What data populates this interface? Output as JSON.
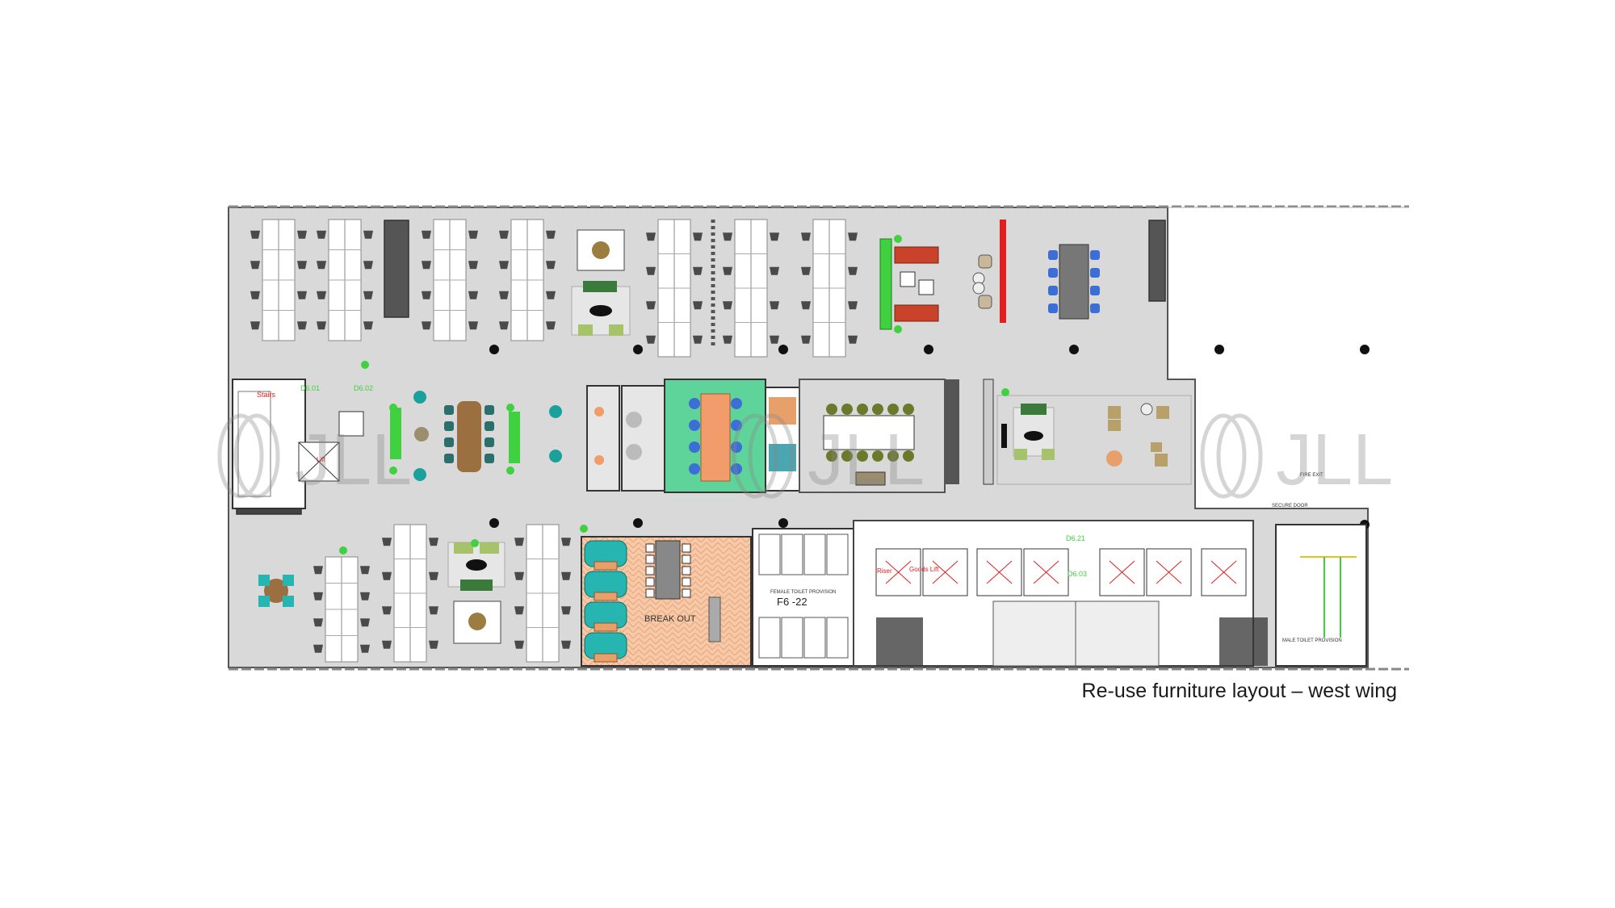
{
  "caption": "Re-use furniture layout – west wing",
  "watermark": "JLL",
  "rooms": {
    "stairs": "Stairs",
    "lift": "Lift",
    "goods_lift": "Goods Lift",
    "riser": "Riser",
    "break_out": "BREAK OUT",
    "female_toilets": "FEMALE TOILET PROVISION",
    "male_toilets": "MALE TOILET PROVISION",
    "core_code": "F6 -22",
    "secure_door": "SECURE DOOR",
    "fire_exit": "FIRE EXIT"
  },
  "door_tags": [
    "D6.01",
    "D6.02",
    "D6.03",
    "D6.21"
  ],
  "colors": {
    "floor": "#d9d9d9",
    "wall": "#555555",
    "workstation": "#ffffff",
    "chair": "#4a4a4a",
    "meeting_green": "#5fd49a",
    "breakout_floor": "#f7c9a6",
    "teal_booth": "#26b5b0",
    "sofa_red": "#c9432a",
    "planter_green": "#3fd13f",
    "red_label": "#e02020",
    "blue_chair": "#3b6fd6",
    "olive_chair": "#6b7a2a"
  }
}
